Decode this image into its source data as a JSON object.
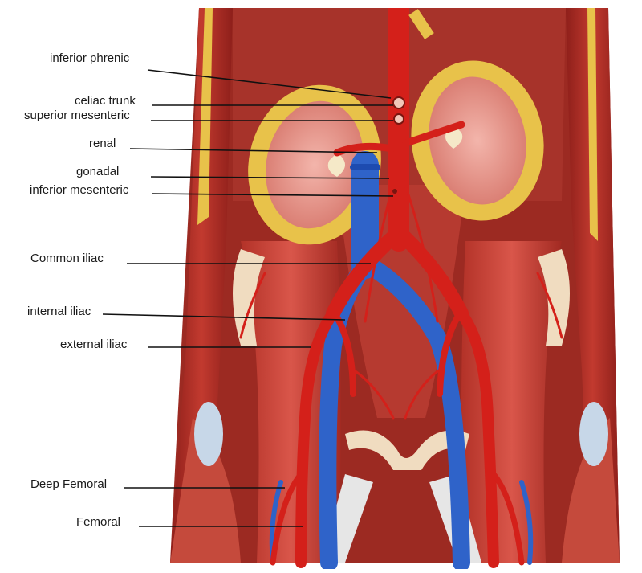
{
  "labels": {
    "inferior_phrenic": "inferior phrenic",
    "celiac_trunk": "celiac trunk",
    "superior_mesenteric": "superior mesenteric",
    "renal": "renal",
    "gonadal": "gonadal",
    "inferior_mesenteric": "inferior mesenteric",
    "common_iliac": "Common iliac",
    "internal_iliac": "internal iliac",
    "external_iliac": "external iliac",
    "deep_femoral": "Deep Femoral",
    "femoral": "Femoral"
  },
  "colors": {
    "artery": "#d4201a",
    "vein": "#2f63c9",
    "muscle": "#b8342b",
    "fat": "#e8c24a",
    "kidney": "#e8928a",
    "bone": "#f0dcc0",
    "leader_line": "#111111"
  }
}
